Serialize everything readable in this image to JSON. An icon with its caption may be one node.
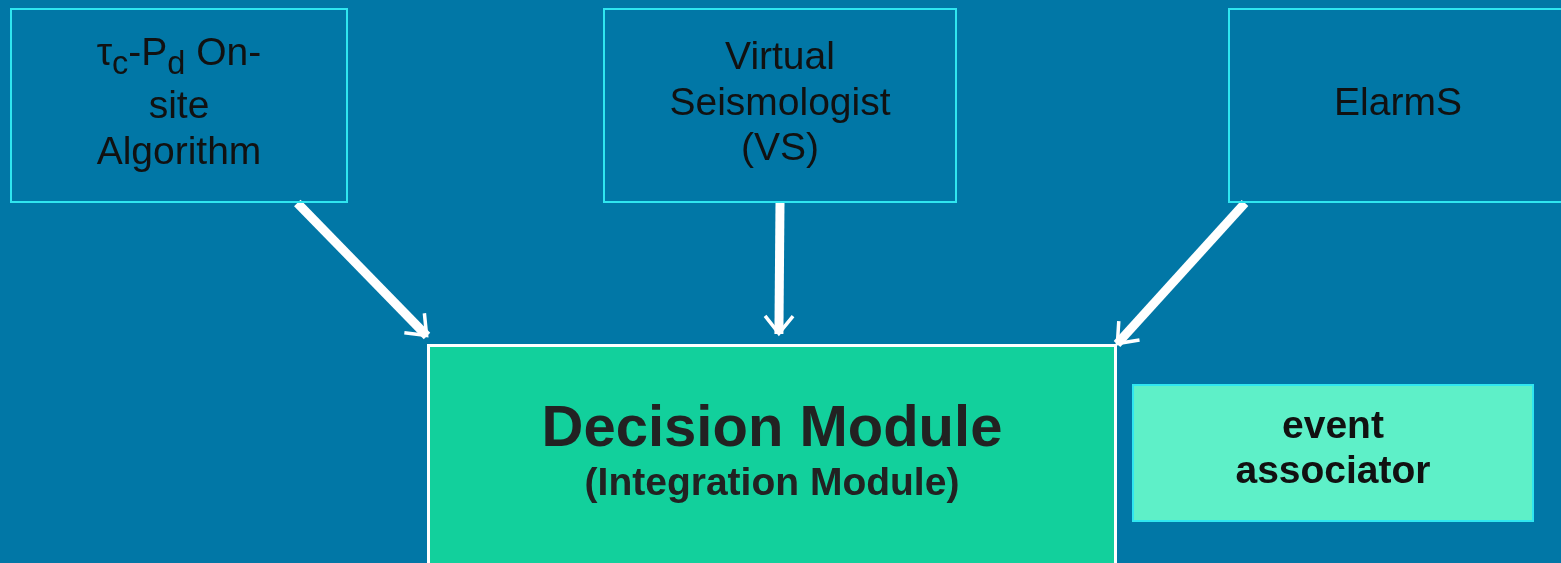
{
  "diagram": {
    "nodes": [
      {
        "text": [
          "τ$_{c}$-P$_{d}$ On-site Algorithm"
        ]
      },
      {
        "text": [
          "Virtual Seismologist (VS)"
        ]
      },
      {
        "text": [
          "ElarmS"
        ]
      },
      {
        "text": [
          "Decision Module",
          "(Integration Module)"
        ]
      },
      {
        "text": [
          "event associator"
        ]
      }
    ],
    "edges": [
      {
        "from": 0,
        "to": 3,
        "arrow": "to"
      },
      {
        "from": 1,
        "to": 3,
        "arrow": "to"
      },
      {
        "from": 2,
        "to": 3,
        "arrow": "to"
      }
    ]
  }
}
